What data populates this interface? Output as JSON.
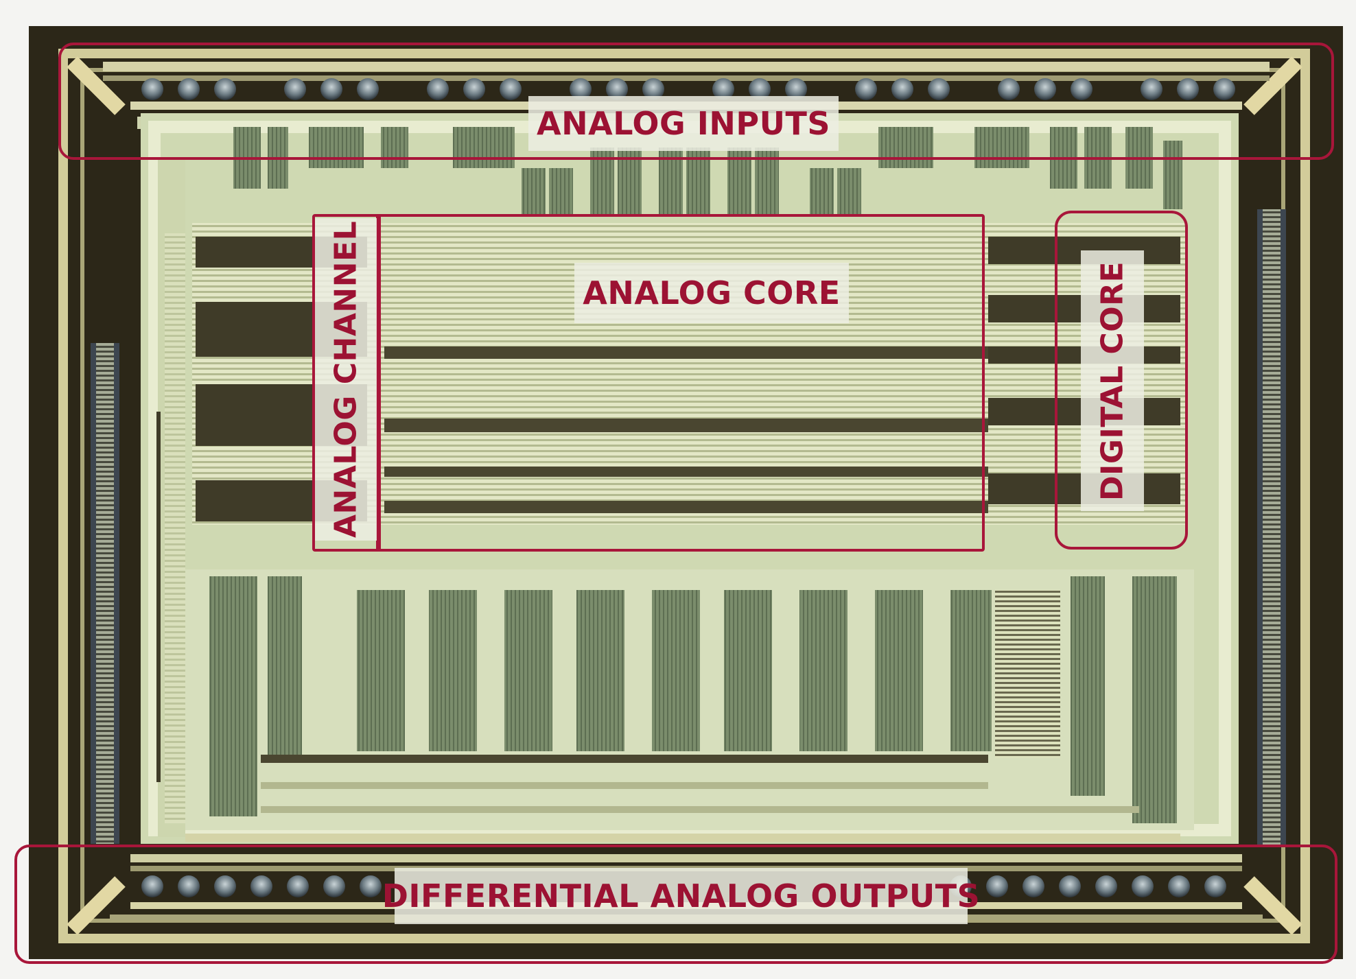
{
  "regions": {
    "analog_inputs": "ANALOG INPUTS",
    "analog_channel": "ANALOG CHANNEL",
    "analog_core": "ANALOG CORE",
    "digital_core": "DIGITAL CORE",
    "differential_analog_outputs": "DIFFERENTIAL ANALOG OUTPUTS"
  },
  "colors": {
    "annotation": "#a8163a",
    "die_frame": "#2c2718",
    "metal": "#d8dcb4",
    "green_block": "#6f8462"
  }
}
